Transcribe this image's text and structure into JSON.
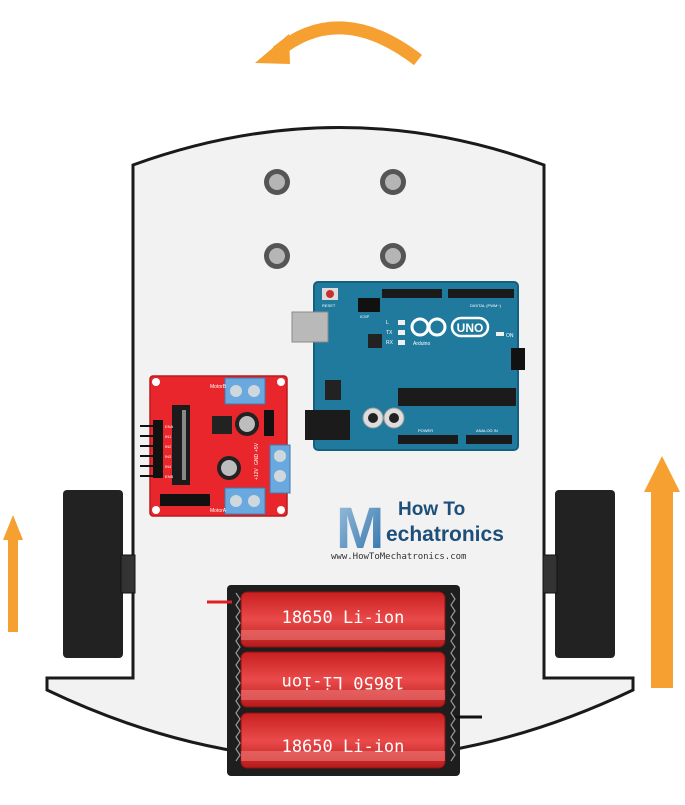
{
  "diagram": {
    "arduino": {
      "logo_text": "UNO",
      "brand_text": "Arduino",
      "label_reset": "RESET",
      "label_icsp": "ICSP",
      "label_digital": "DIGITAL (PWM~)",
      "label_on": "ON",
      "label_tx": "TX",
      "label_rx": "RX",
      "label_l": "L",
      "label_power": "POWER",
      "label_analog": "ANALOG IN"
    },
    "motor_driver": {
      "label_motor_b": "MotorB",
      "label_motor_a": "MotorA",
      "label_12v": "+12V",
      "label_gnd": "GND",
      "label_5v": "+5V",
      "pin_labels": [
        "ENA",
        "IN1",
        "IN2",
        "IN3",
        "IN4",
        "ENB"
      ]
    },
    "batteries": {
      "cells": [
        {
          "label": "18650 Li-ion"
        },
        {
          "label": "18650 Li-ion"
        },
        {
          "label": "18650 Li-ion"
        }
      ]
    },
    "watermark": {
      "line1": "How To",
      "line2": "echatronics",
      "logo_letter": "M",
      "url": "www.HowToMechatronics.com"
    },
    "colors": {
      "arrow_orange": "#f5a030",
      "board_blue": "#1f7a9e",
      "driver_red": "#e8262b",
      "battery_red": "#e23a3a",
      "chassis": "#f2f2f2"
    }
  }
}
